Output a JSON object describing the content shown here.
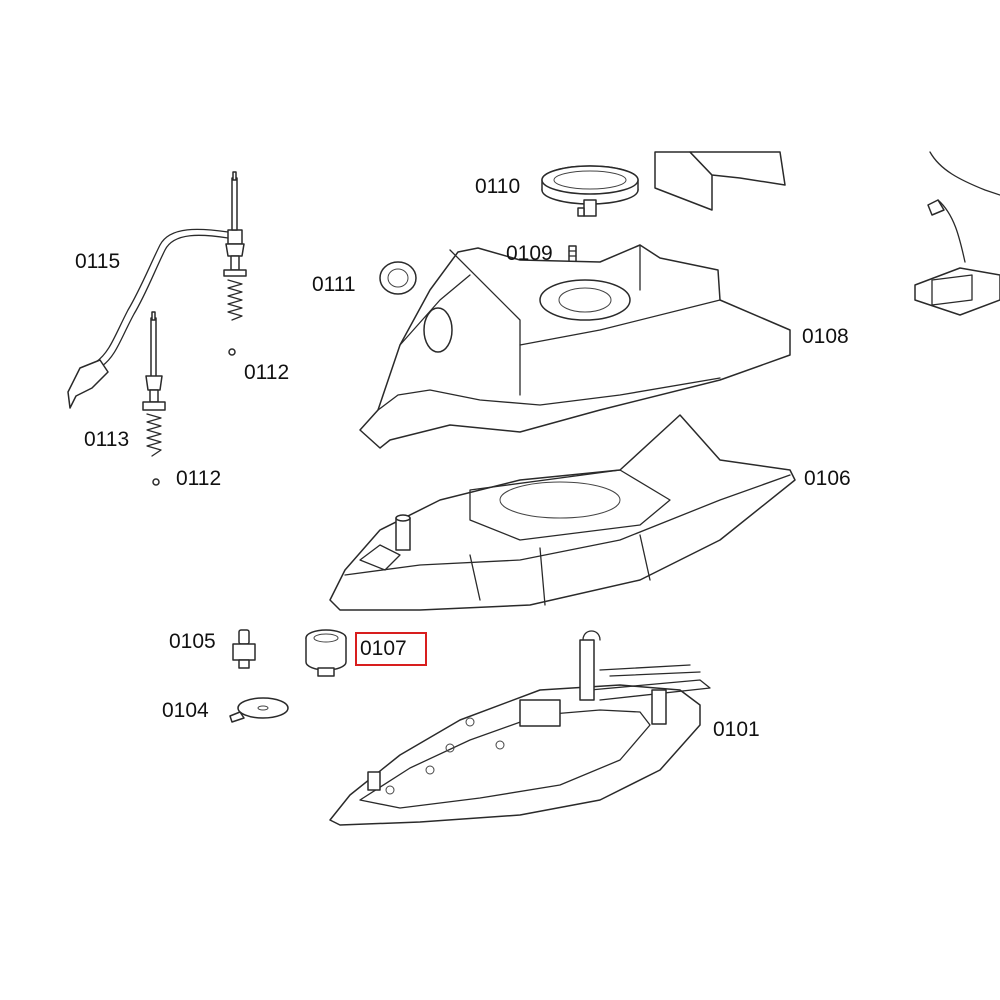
{
  "highlighted_part": "0107",
  "highlight_color": "#d81e1e",
  "labels": {
    "p0115": "0115",
    "p0112a": "0112",
    "p0113": "0113",
    "p0112b": "0112",
    "p0110": "0110",
    "p0109": "0109",
    "p0111": "0111",
    "p0108": "0108",
    "p0106": "0106",
    "p0105": "0105",
    "p0107": "0107",
    "p0104": "0104",
    "p0101": "0101"
  }
}
